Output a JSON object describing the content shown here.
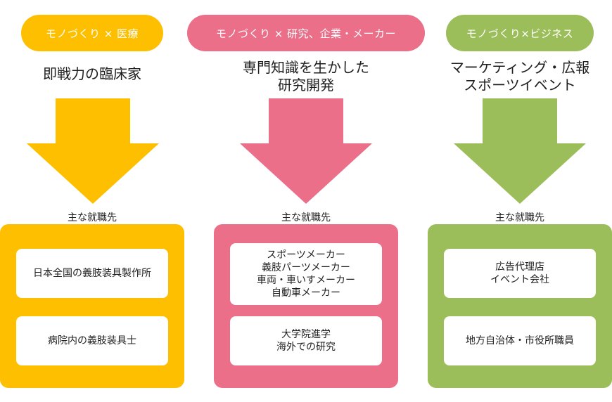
{
  "columns": [
    {
      "tag": "モノづくり × 医療",
      "role_lines": [
        "即戦力の臨床家"
      ],
      "subheading": "主な就職先",
      "color": "#FDBF00",
      "cards": [
        {
          "lines": [
            "日本全国の義肢装具製作所"
          ]
        },
        {
          "lines": [
            "病院内の義肢装具士"
          ]
        }
      ]
    },
    {
      "tag": "モノづくり × 研究、企業・メーカー",
      "role_lines": [
        "専門知識を生かした",
        "研究開発"
      ],
      "subheading": "主な就職先",
      "color": "#EC6F8A",
      "cards": [
        {
          "lines": [
            "スポーツメーカー",
            "義肢パーツメーカー",
            "車両・車いすメーカー",
            "自動車メーカー"
          ]
        },
        {
          "lines": [
            "大学院進学",
            "海外での研究"
          ]
        }
      ]
    },
    {
      "tag": "モノづくり×ビジネス",
      "role_lines": [
        "マーケティング・広報",
        "スポーツイベント"
      ],
      "subheading": "主な就職先",
      "color": "#9CBE5A",
      "cards": [
        {
          "lines": [
            "広告代理店",
            "イベント会社"
          ]
        },
        {
          "lines": [
            "地方自治体・市役所職員"
          ]
        }
      ]
    }
  ]
}
